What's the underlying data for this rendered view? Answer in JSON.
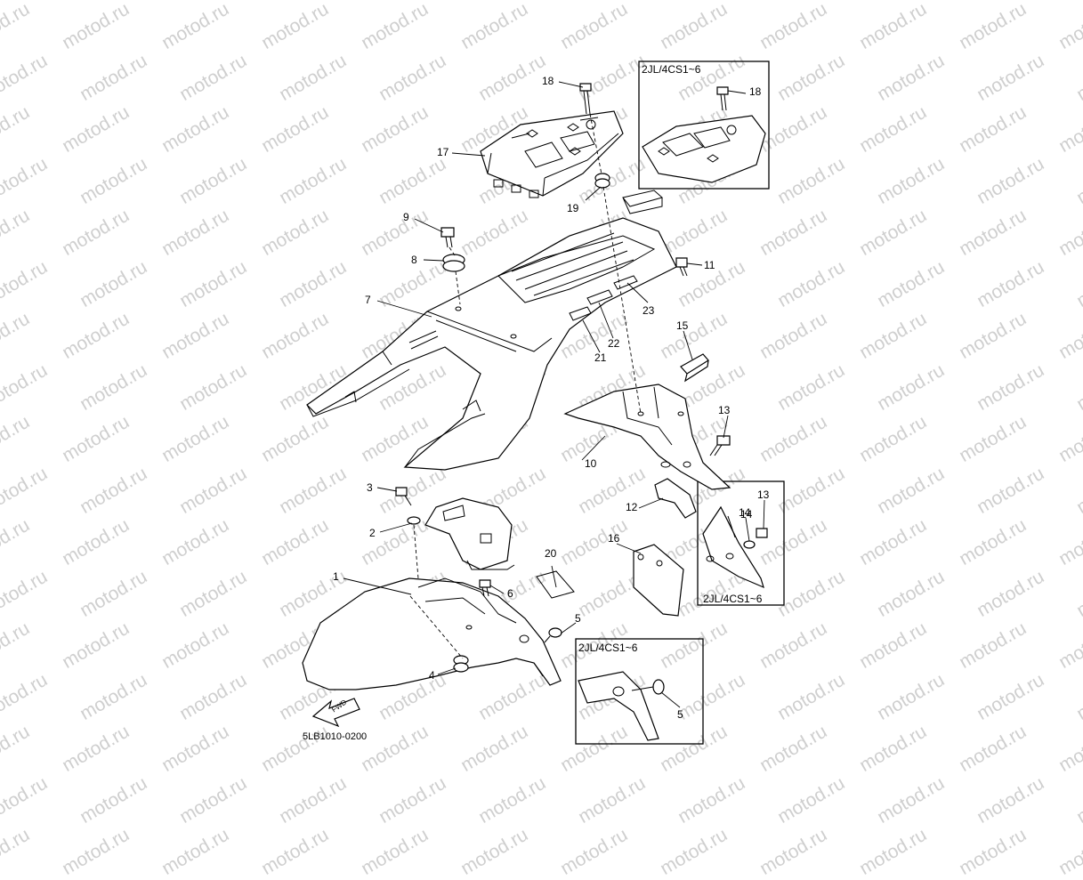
{
  "watermark": "motod.ru",
  "diagram_code": "5LB1010-0200",
  "fwd_label": "FWD",
  "insets": {
    "top_right": "2JL/4CS1~6",
    "mid_right": "2JL/4CS1~6",
    "bottom_right": "2JL/4CS1~6"
  },
  "callouts": [
    "1",
    "2",
    "3",
    "4",
    "5",
    "6",
    "7",
    "8",
    "9",
    "10",
    "11",
    "12",
    "13",
    "14",
    "15",
    "16",
    "17",
    "18",
    "19",
    "20",
    "21",
    "22",
    "23"
  ],
  "inset_callouts": {
    "top_right_18": "18",
    "mid_right_13": "13",
    "mid_right_14": "14",
    "bottom_right_5": "5"
  }
}
